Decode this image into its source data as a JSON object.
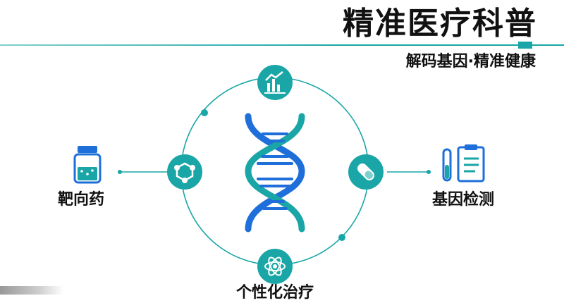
{
  "title": "精准医疗科普",
  "subtitle": "解码基因·精准健康",
  "labels": {
    "left": "靶向药",
    "right": "基因检测",
    "bottom": "个性化治疗"
  },
  "nodes": {
    "top": "chart-analysis-icon",
    "left": "molecule-icon",
    "right": "capsule-icon",
    "bottom": "atom-icon",
    "far_left": "medicine-bottle-icon",
    "far_right": "test-tube-clipboard-icon",
    "center": "dna-helix-icon"
  },
  "colors": {
    "teal": "#1aa6a6",
    "teal_light": "#7fcfcf",
    "blue": "#1e6fd9",
    "text": "#111111"
  }
}
